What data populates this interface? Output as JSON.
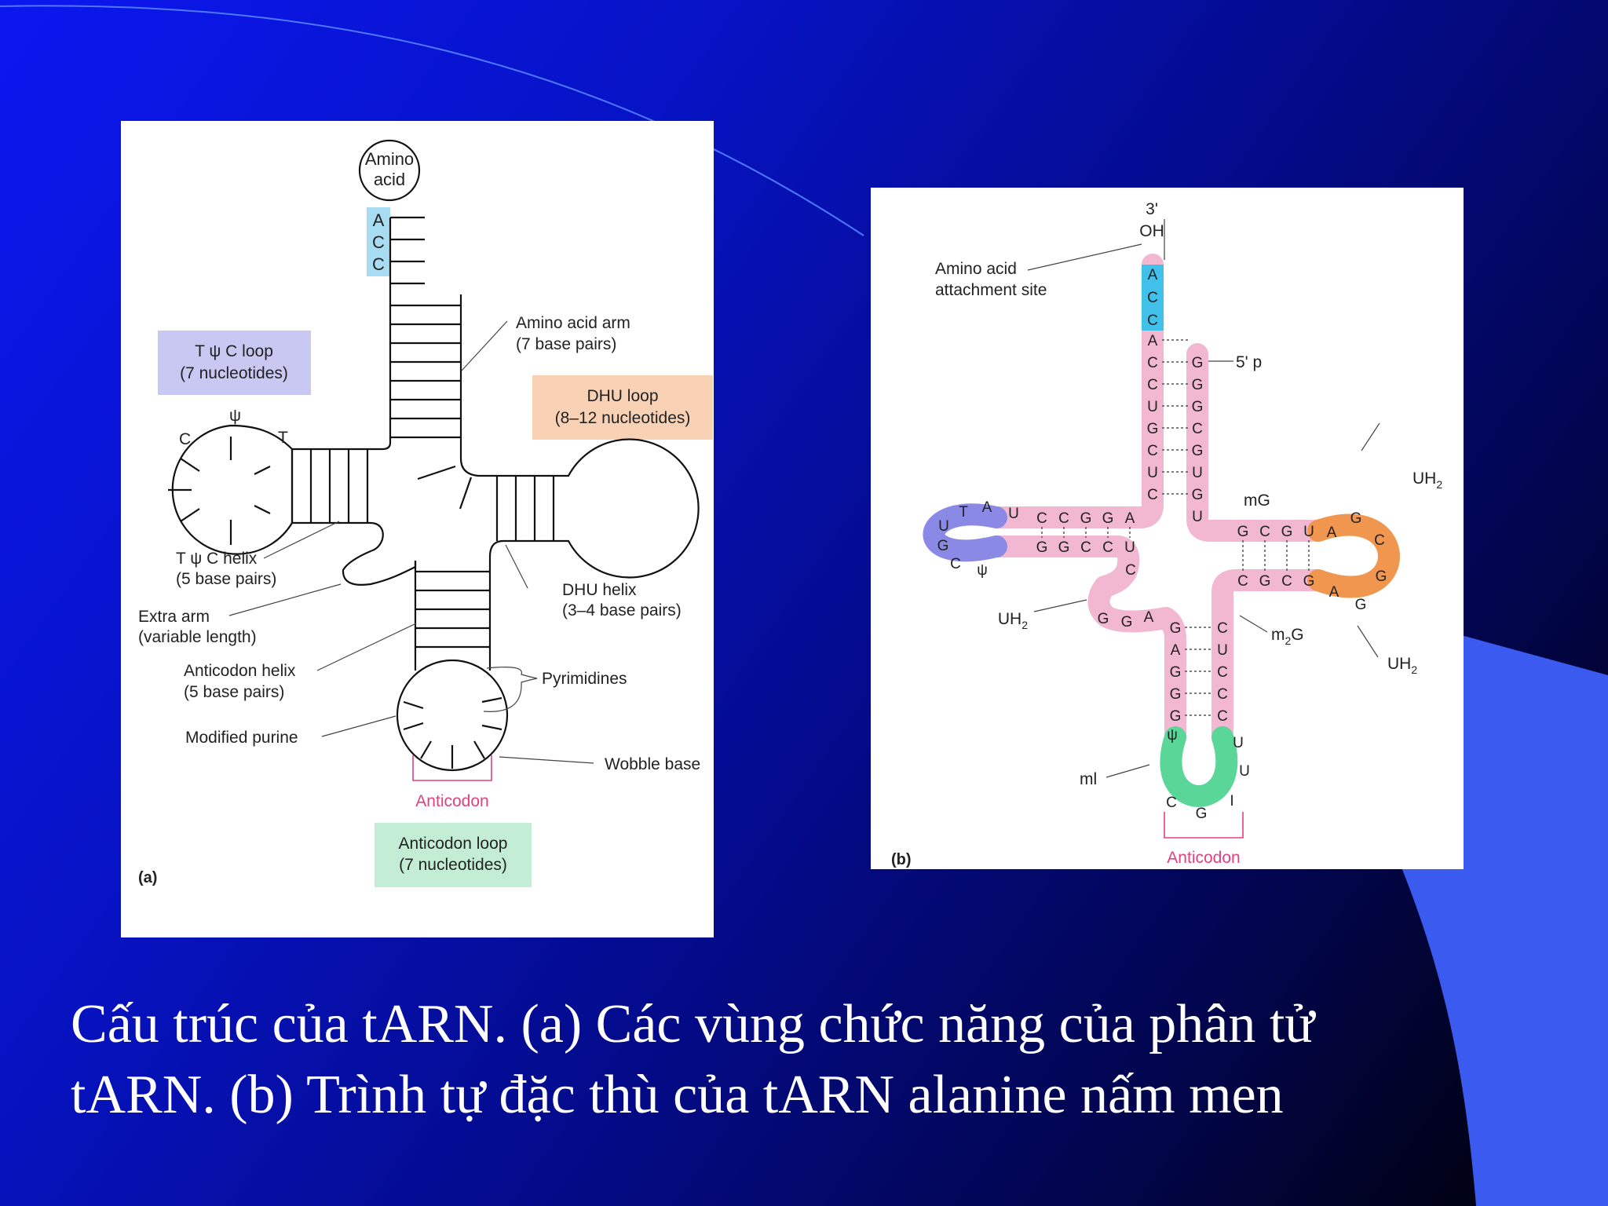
{
  "slide": {
    "caption_line1": "Cấu trúc của tARN. (a) Các vùng chức năng của phân tử",
    "caption_line2": "tARN. (b) Trình tự đặc thù của tARN alanine nấm men"
  },
  "colors": {
    "background": "#0713c4",
    "accent_light_blue": "#3b5bf0",
    "tpsic_box": "#c8c8f2",
    "dhu_box": "#f9d2b6",
    "anticodon_box": "#c3eed5",
    "acc_box": "#a8dcf2",
    "stem_pink": "#f2b8d2",
    "loop_purple": "#8a8ae6",
    "loop_orange": "#f0964e",
    "loop_green": "#5ad698",
    "anticodon_label": "#e0427e"
  },
  "figure_a": {
    "panel_label": "(a)",
    "amino_acid_line1": "Amino",
    "amino_acid_line2": "acid",
    "acc": [
      "A",
      "C",
      "C"
    ],
    "amino_arm_line1": "Amino acid arm",
    "amino_arm_line2": "(7 base pairs)",
    "tpsic_loop_line1": "T ψ C loop",
    "tpsic_loop_line2": "(7 nucleotides)",
    "dhu_loop_line1": "DHU loop",
    "dhu_loop_line2": "(8–12 nucleotides)",
    "loop_letter_c": "C",
    "loop_letter_psi": "ψ",
    "loop_letter_t": "T",
    "tpsic_helix_line1": "T ψ C helix",
    "tpsic_helix_line2": "(5 base pairs)",
    "extra_arm_line1": "Extra arm",
    "extra_arm_line2": "(variable length)",
    "dhu_helix_line1": "DHU helix",
    "dhu_helix_line2": "(3–4 base pairs)",
    "anticodon_helix_line1": "Anticodon helix",
    "anticodon_helix_line2": "(5 base pairs)",
    "pyrimidines": "Pyrimidines",
    "modified_purine": "Modified purine",
    "wobble_base": "Wobble base",
    "anticodon": "Anticodon",
    "anticodon_loop_line1": "Anticodon loop",
    "anticodon_loop_line2": "(7 nucleotides)"
  },
  "figure_b": {
    "panel_label": "(b)",
    "three_prime": "3'",
    "oh": "OH",
    "attach_line1": "Amino acid",
    "attach_line2": "attachment site",
    "five_prime": "5' p",
    "acc": [
      "A",
      "C",
      "C"
    ],
    "acceptor_left": [
      "A",
      "C",
      "C",
      "U",
      "G",
      "C",
      "U",
      "C"
    ],
    "acceptor_right": [
      "G",
      "G",
      "G",
      "C",
      "G",
      "U",
      "G",
      "U"
    ],
    "t_loop": [
      "A",
      "U",
      "U",
      "G",
      "C",
      "ψ",
      "T"
    ],
    "t_stem_top": [
      "C",
      "C",
      "G",
      "G",
      "A"
    ],
    "t_stem_bottom": [
      "G",
      "G",
      "C",
      "C",
      "U"
    ],
    "t_to_ac": [
      "C"
    ],
    "d_stem_top": [
      "G",
      "C",
      "G",
      "U"
    ],
    "d_stem_bottom": [
      "C",
      "G",
      "C",
      "G"
    ],
    "d_loop": [
      "A",
      "G",
      "C",
      "G",
      "G",
      "A"
    ],
    "variable": [
      "G",
      "G",
      "A"
    ],
    "ac_left": [
      "G",
      "A",
      "G",
      "G",
      "G"
    ],
    "ac_right": [
      "C",
      "U",
      "C",
      "C",
      "C"
    ],
    "ac_loop": [
      "ψ",
      "C",
      "G",
      "I",
      "U",
      "U"
    ],
    "mg": "mG",
    "uh2_top": "UH",
    "uh2_bottom": "UH",
    "uh2_left": "UH",
    "m2g": "m",
    "m2g_tail": "G",
    "ml": "ml",
    "subscript_2": "2",
    "anticodon": "Anticodon"
  }
}
